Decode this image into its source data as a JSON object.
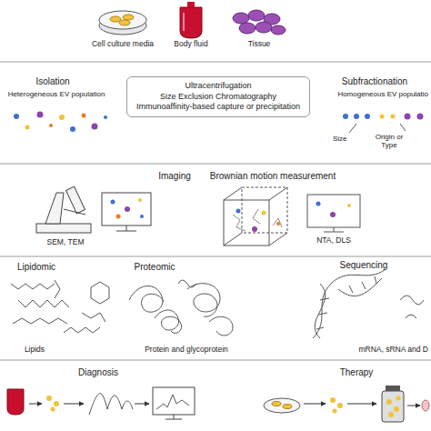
{
  "diagram": {
    "nodes": [
      {
        "text": [
          "Ultracentrifugation",
          "Size Exclusion Chromatography",
          "Immunoaffinity-based capture or precipitation"
        ]
      }
    ],
    "labels": [
      "Cell culture media",
      "Body fluid",
      "Tissue",
      "Isolation",
      "Heterogeneous EV population",
      "Subfractionation",
      "Homogeneous EV populatio",
      "Size",
      "Origin or Type",
      "Imaging",
      "SEM, TEM",
      "Brownian motion measurement",
      "NTA, DLS",
      "Lipidomic",
      "Lipids",
      "Proteomic",
      "Protein and glycoprotein",
      "Sequencing",
      "mRNA, sRNA and D",
      "Diagnosis",
      "Therapy"
    ]
  }
}
